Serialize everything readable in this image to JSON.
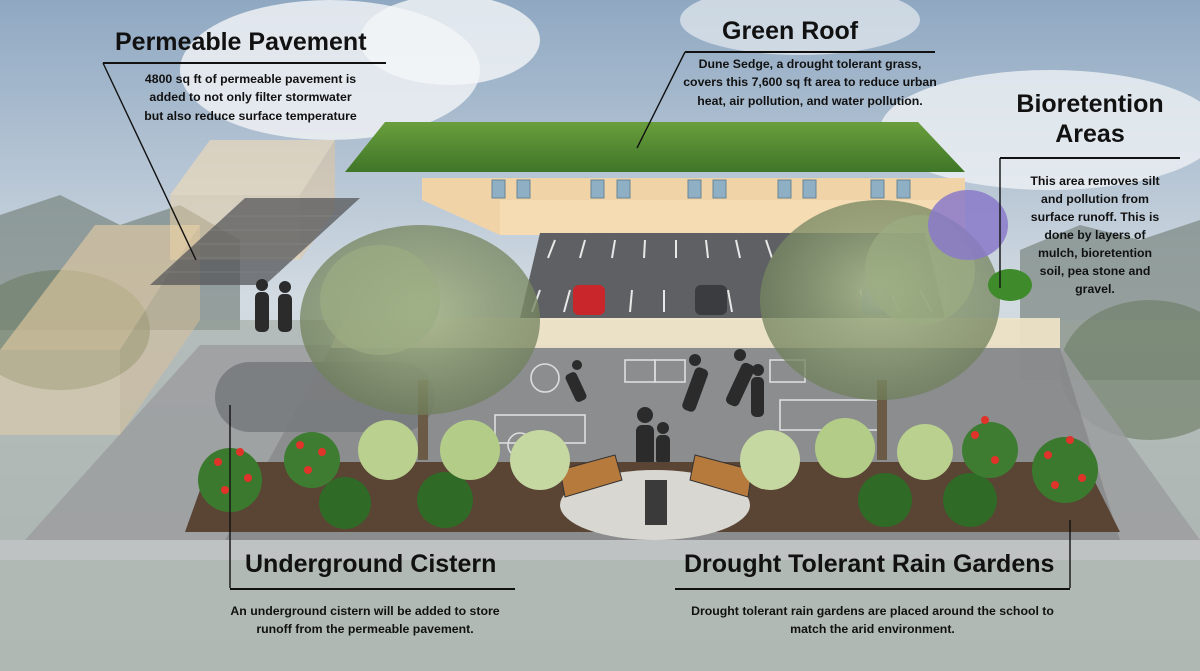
{
  "callouts": {
    "permeable_pavement": {
      "title": "Permeable Pavement",
      "desc_lines": [
        "4800 sq ft of permeable pavement is",
        "added to not only filter stormwater",
        "but also reduce surface temperature"
      ]
    },
    "green_roof": {
      "title": "Green Roof",
      "desc_lines": [
        "Dune Sedge, a drought tolerant grass,",
        "covers this 7,600 sq ft area to reduce urban",
        "heat, air pollution, and water pollution."
      ]
    },
    "bioretention": {
      "title_lines": [
        "Bioretention",
        "Areas"
      ],
      "desc_lines": [
        "This area removes silt",
        "and pollution from",
        "surface runoff. This is",
        "done by layers of",
        "mulch, bioretention",
        "soil, pea stone and",
        "gravel."
      ]
    },
    "cistern": {
      "title": "Underground Cistern",
      "desc_lines": [
        "An underground cistern will be added to store",
        "runoff from the permeable pavement."
      ]
    },
    "rain_gardens": {
      "title": "Drought Tolerant Rain Gardens",
      "desc_lines": [
        "Drought tolerant rain gardens are placed around the school to",
        "match the arid environment."
      ]
    }
  },
  "colors": {
    "roof": "#4e8a32",
    "building": "#f0d3a6",
    "pavement": "#5f6063",
    "mulch": "#5a4434",
    "sky": "#cfd7de",
    "flower_red": "#e0332a"
  }
}
